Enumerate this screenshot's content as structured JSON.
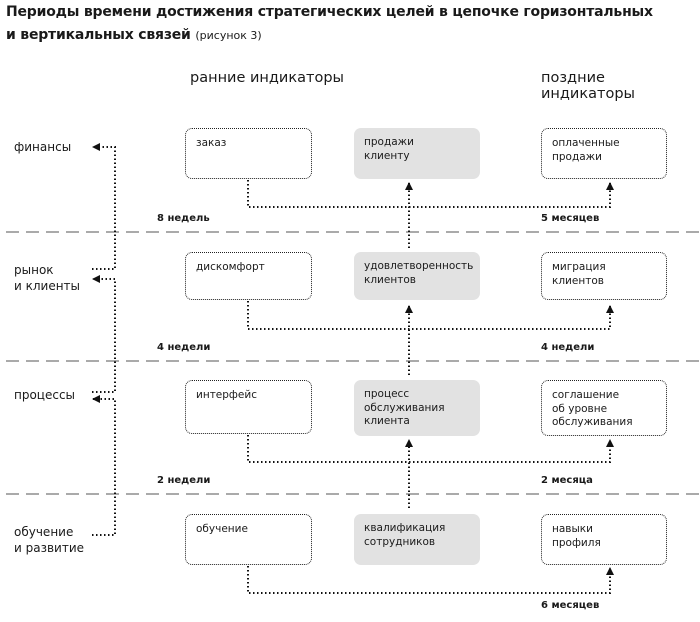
{
  "title": {
    "line1": "Периоды времени достижения стратегических целей в цепочке горизонтальных",
    "line2": "и вертикальных связей",
    "ref": "(рисунок 3)"
  },
  "columns": {
    "early": "ранние индикаторы",
    "late": "поздние индикаторы"
  },
  "rows": [
    {
      "label": "финансы",
      "early": "заказ",
      "center": "продажи\nклиенту",
      "late": "оплаченные\nпродажи",
      "lag_early": "8 недель",
      "lag_late": "5 месяцев"
    },
    {
      "label": "рынок\nи клиенты",
      "early": "дискомфорт",
      "center": "удовлетворенность\nклиентов",
      "late": "миграция\nклиентов",
      "lag_early": "4 недели",
      "lag_late": "4 недели"
    },
    {
      "label": "процессы",
      "early": "интерфейс",
      "center": "процесс\nобслуживания\nклиента",
      "late": "соглашение\nоб уровне\nобслуживания",
      "lag_early": "2 недели",
      "lag_late": "2 месяца"
    },
    {
      "label": "обучение\nи развитие",
      "early": "обучение",
      "center": "квалификация\nсотрудников",
      "late": "навыки\nпрофиля",
      "lag_late": "6 месяцев"
    }
  ]
}
